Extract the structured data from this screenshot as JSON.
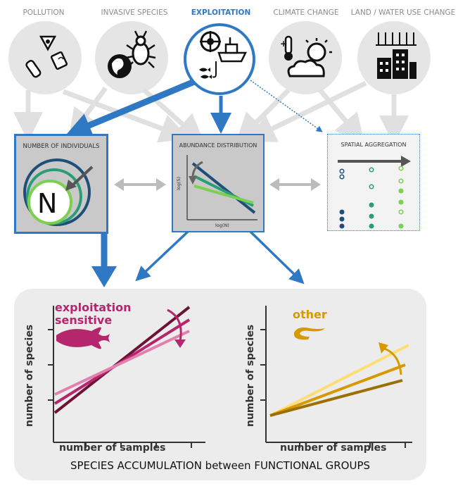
{
  "drivers": [
    {
      "label": "POLLUTION",
      "active": false
    },
    {
      "label": "INVASIVE SPECIES",
      "active": false
    },
    {
      "label": "EXPLOITATION",
      "active": true
    },
    {
      "label": "CLIMATE CHANGE",
      "active": false
    },
    {
      "label": "LAND / WATER USE CHANGE",
      "active": false
    }
  ],
  "boxes": {
    "individuals": {
      "title": "NUMBER OF INDIVIDUALS",
      "letter": "N"
    },
    "abundance": {
      "title": "ABUNDANCE DISTRIBUTION",
      "x_label": "log(N)",
      "y_label": "log(S)"
    },
    "spatial": {
      "title": "SPATIAL AGGREGATION"
    }
  },
  "panel": {
    "footer": "SPECIES ACCUMULATION between FUNCTIONAL GROUPS",
    "left_plot": {
      "group": "exploitation sensitive",
      "y_label": "number of species",
      "x_label": "number of samples"
    },
    "right_plot": {
      "group": "other",
      "y_label": "number of species",
      "x_label": "number of samples"
    }
  },
  "colors": {
    "accent_blue": "#2f78c4",
    "exploitation_magenta": "#b5266d",
    "other_gold": "#d69a00",
    "dark_blue": "#1f4e79",
    "teal": "#2a9d78",
    "green": "#7ccf4f"
  }
}
